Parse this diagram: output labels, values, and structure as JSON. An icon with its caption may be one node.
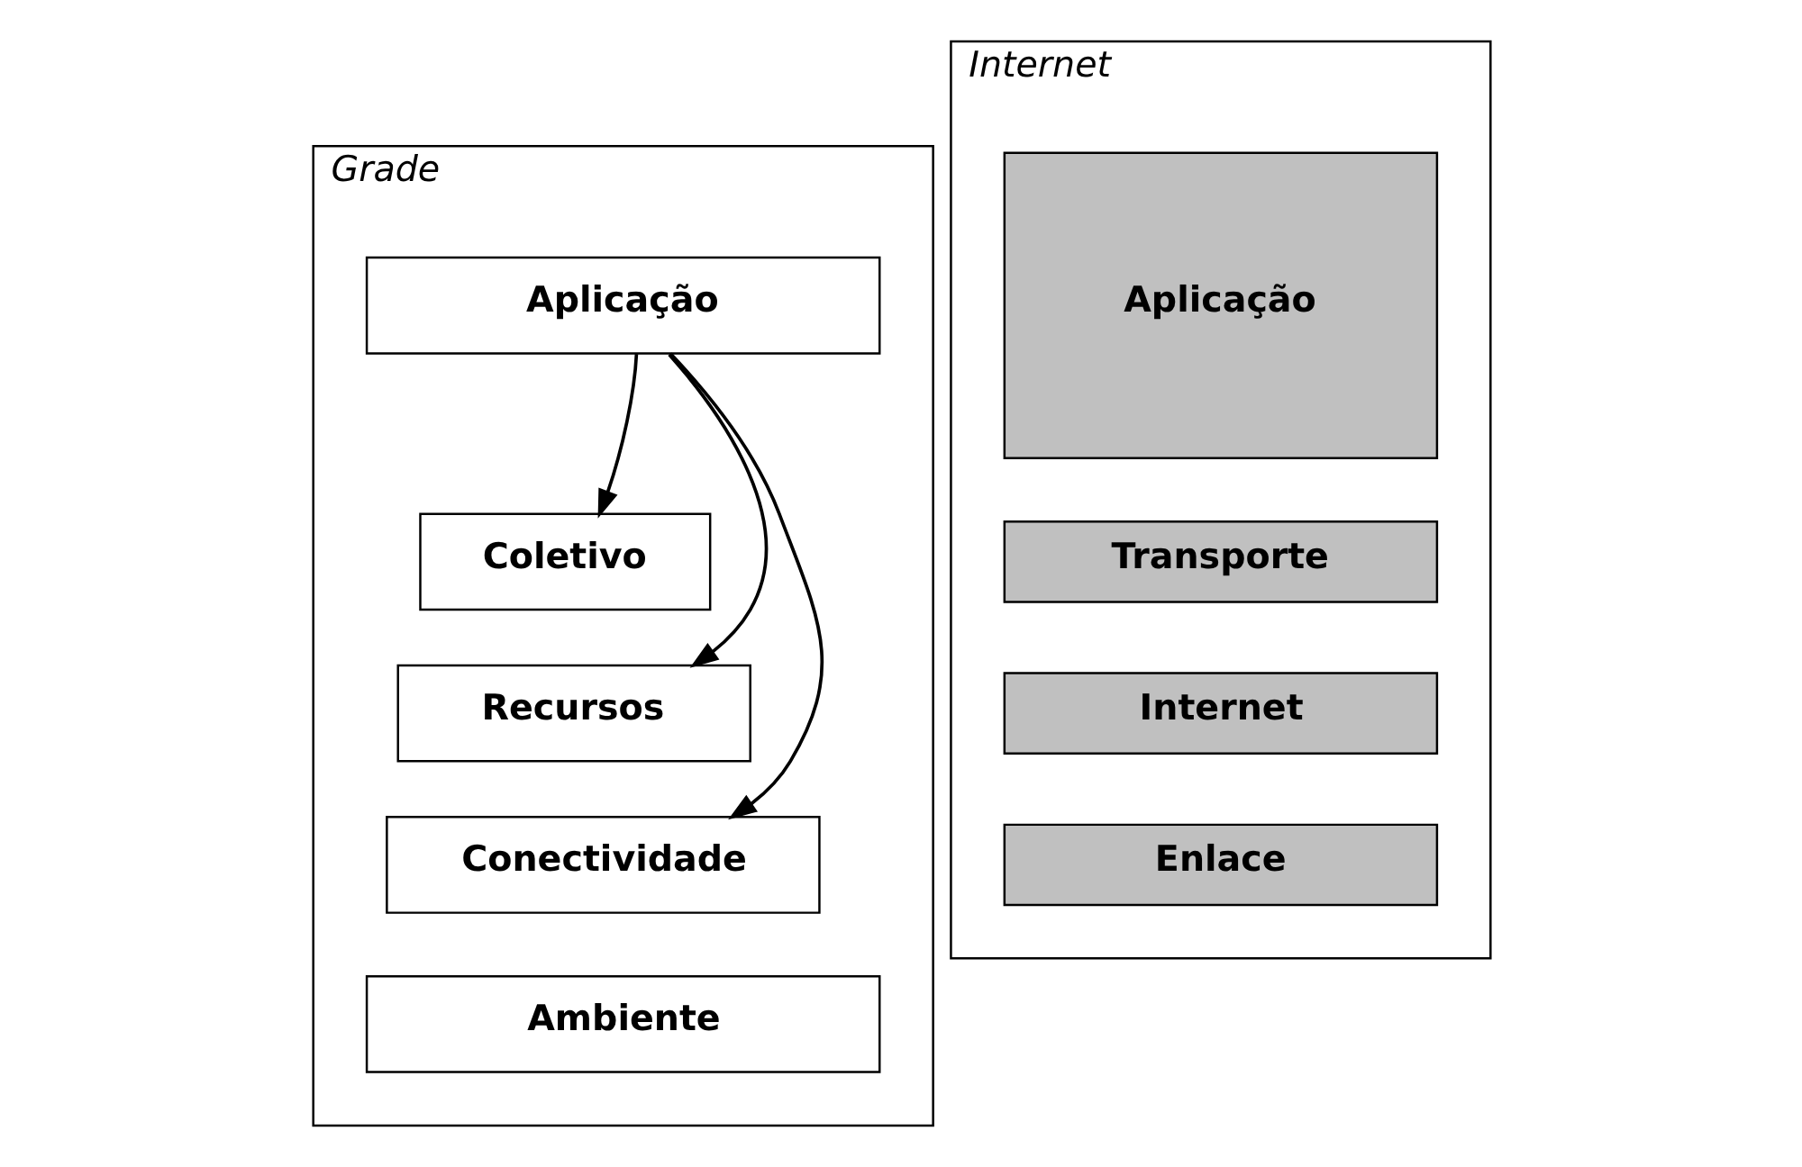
{
  "diagram": {
    "nodes": [
      {
        "text": [
          "Grade"
        ]
      },
      {
        "text": [
          "Aplicação"
        ],
        "in": 0
      },
      {
        "text": [
          "Coletivo"
        ],
        "in": 0
      },
      {
        "text": [
          "Recursos"
        ],
        "in": 0
      },
      {
        "text": [
          "Conectividade"
        ],
        "in": 0
      },
      {
        "text": [
          "Ambiente"
        ],
        "in": 0
      },
      {
        "text": [
          "Internet"
        ]
      },
      {
        "text": [
          "Aplicação"
        ],
        "in": 6
      },
      {
        "text": [
          "Transporte"
        ],
        "in": 6
      },
      {
        "text": [
          "Internet"
        ],
        "in": 6
      },
      {
        "text": [
          "Enlace"
        ],
        "in": 6
      }
    ],
    "edges": [
      {
        "from": 1,
        "to": 2,
        "arrow": "to"
      },
      {
        "from": 1,
        "to": 3,
        "arrow": "to"
      },
      {
        "from": 1,
        "to": 4,
        "arrow": "to"
      }
    ]
  }
}
